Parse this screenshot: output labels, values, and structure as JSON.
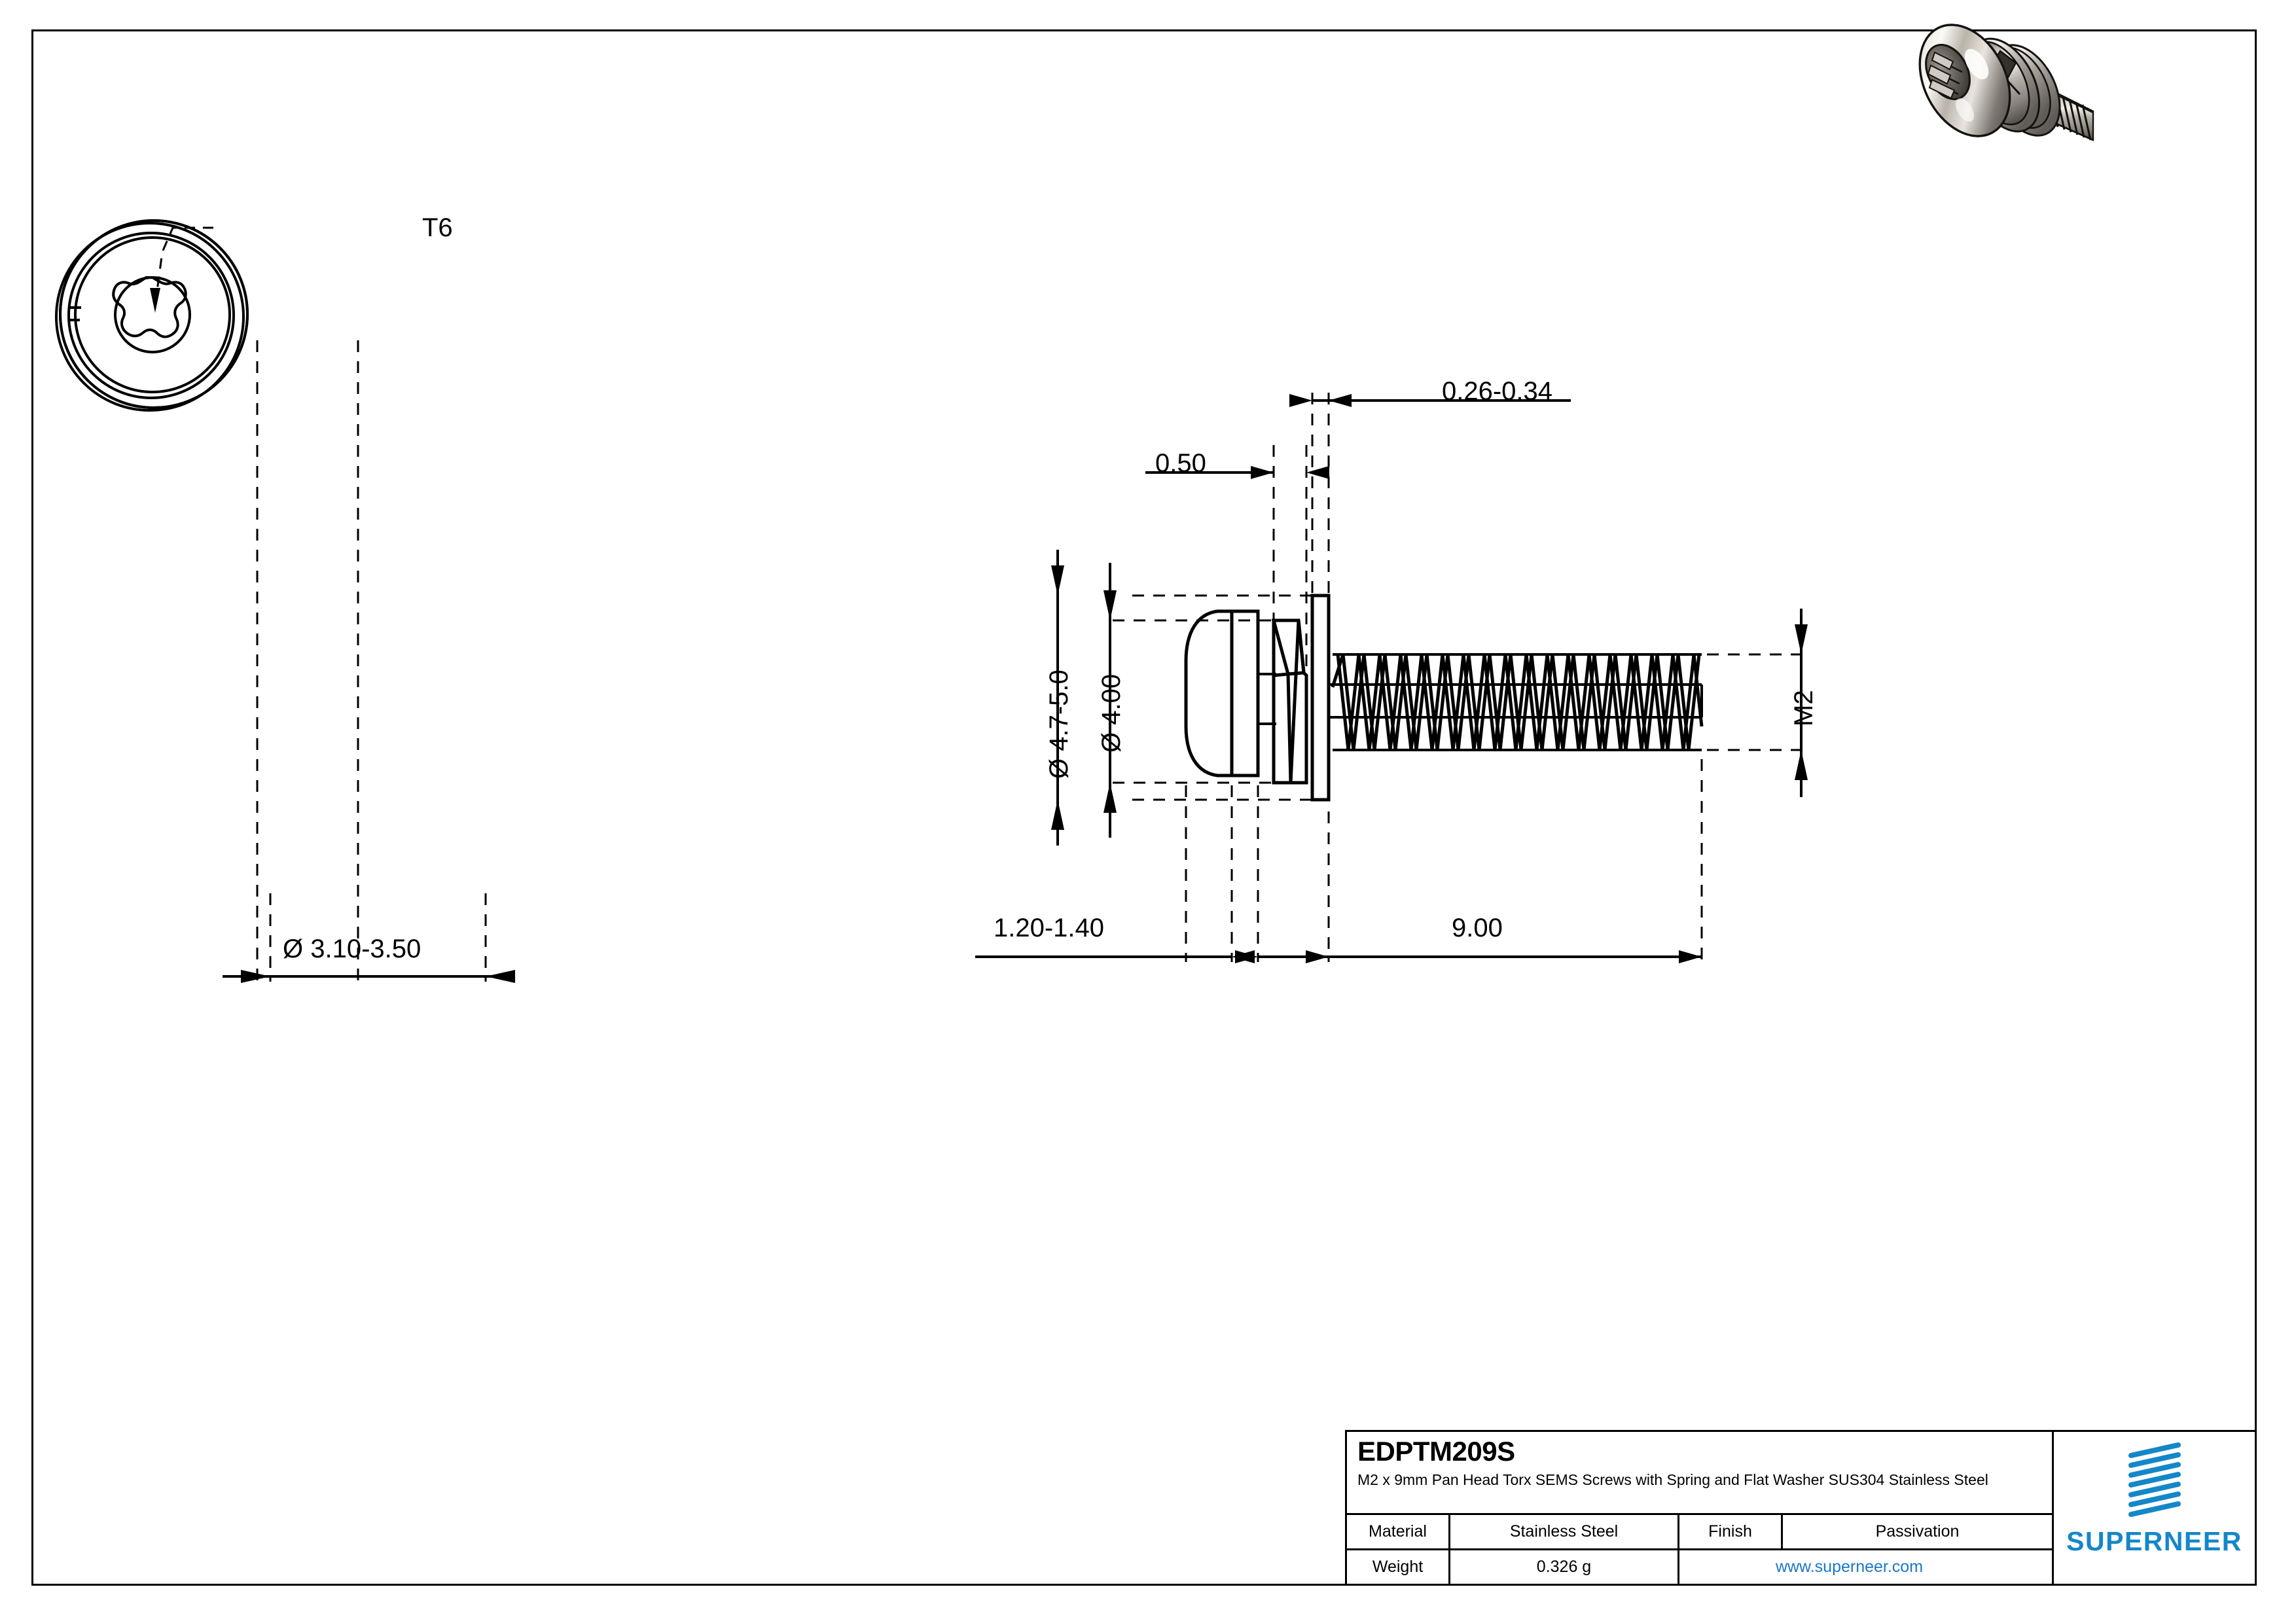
{
  "sheet": {
    "background_color": "#ffffff",
    "line_color": "#000000"
  },
  "title_block": {
    "part_number": "EDPTM209S",
    "description": "M2 x 9mm Pan Head Torx SEMS Screws with Spring and Flat Washer SUS304 Stainless Steel",
    "material_label": "Material",
    "material_value": "Stainless Steel",
    "finish_label": "Finish",
    "finish_value": "Passivation",
    "weight_label": "Weight",
    "weight_value": "0.326 g",
    "website": "www.superneer.com",
    "brand_name": "SUPERNEER",
    "brand_color": "#1487c9"
  },
  "views": {
    "top_view_name": "torx-head-top-view",
    "side_view_name": "screw-side-view",
    "render_name": "screw-3d-render"
  },
  "dimensions": {
    "drive_size": "T6",
    "head_diameter_top": "Ø 3.10-3.50",
    "spring_washer_thickness": "0.50",
    "flat_washer_thickness": "0.26-0.34",
    "flat_washer_diameter": "Ø 4.7-5.0",
    "spring_washer_diameter": "Ø 4.00",
    "head_height": "1.20-1.40",
    "thread_length": "9.00",
    "thread_size": "M2"
  }
}
